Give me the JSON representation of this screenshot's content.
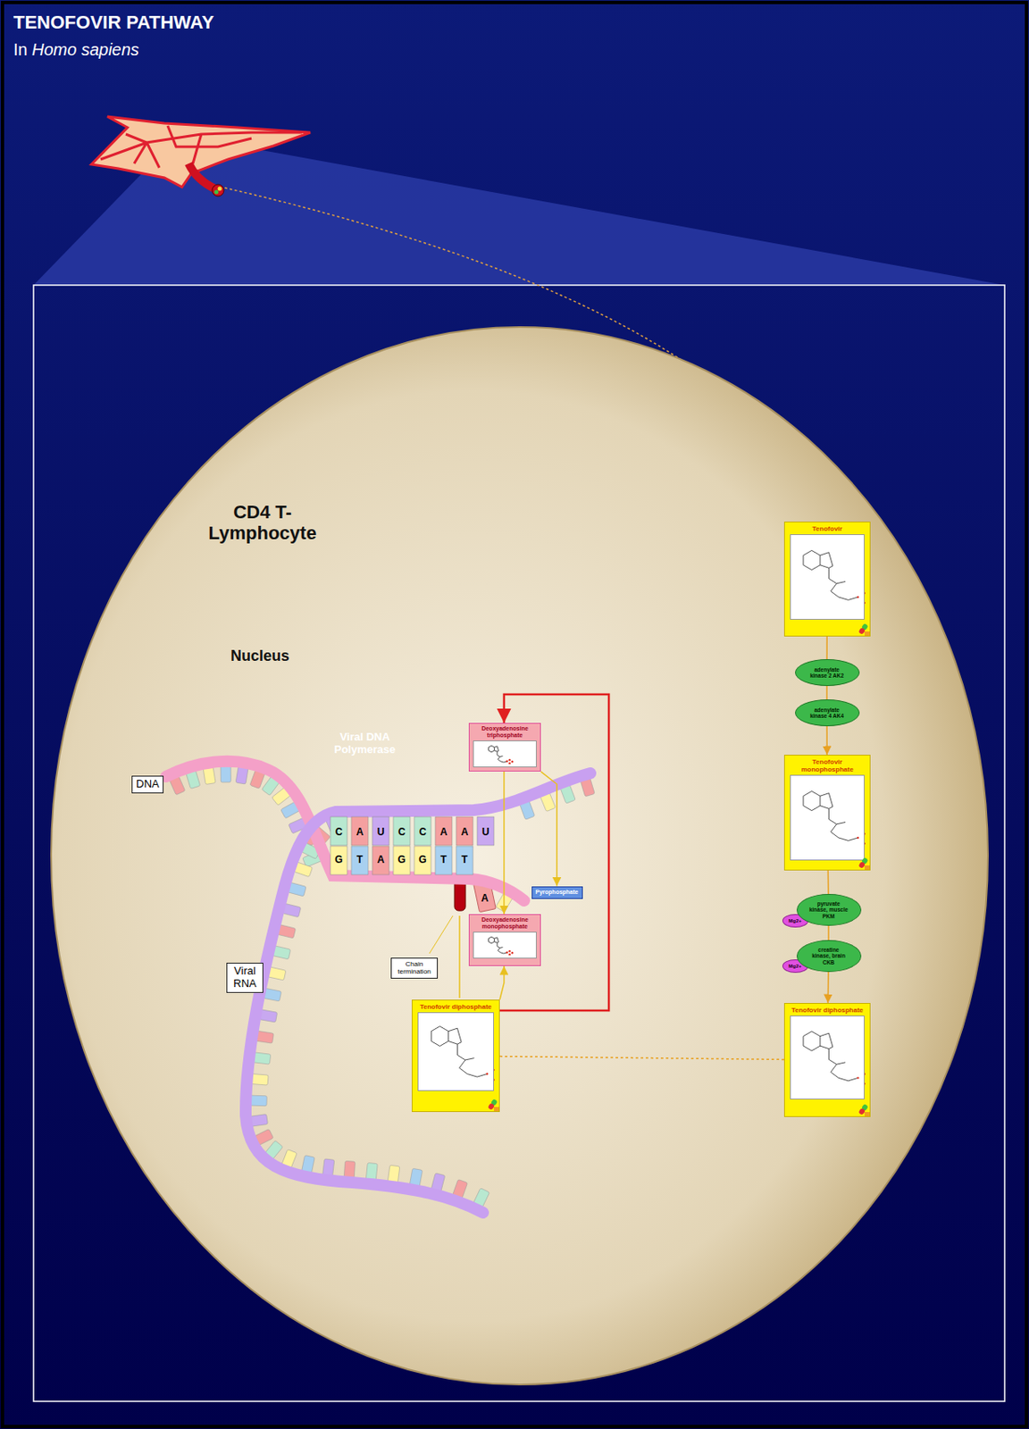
{
  "diagram": {
    "title": "TENOFOVIR PATHWAY",
    "nodes": [
      {
        "text": [
          "CD4 T-Lymphocyte"
        ]
      },
      {
        "text": [
          "Nucleus"
        ],
        "in": 0
      },
      {
        "text": [
          "Viral DNA Polymerase"
        ],
        "in": 1
      },
      {
        "text": [
          "DNA"
        ],
        "in": 1
      },
      {
        "text": [
          "Viral RNA"
        ],
        "in": 1
      },
      {
        "text": [
          "Deoxyadenosine triphosphate"
        ],
        "in": 2
      },
      {
        "text": [
          "Pyrophosphate"
        ],
        "in": 1
      },
      {
        "text": [
          "Deoxyadenosine monophosphate"
        ],
        "in": 2
      },
      {
        "text": [
          "Chain termination"
        ],
        "in": 2
      },
      {
        "text": [
          "Tenofovir diphosphate"
        ],
        "in": 1
      },
      {
        "text": [
          "Tenofovir"
        ],
        "in": 0
      },
      {
        "text": [
          "adenylate kinase 2 AK2"
        ],
        "in": 0
      },
      {
        "text": [
          "adenylate kinase 4 AK4"
        ],
        "in": 0
      },
      {
        "text": [
          "Tenofovir monophosphate"
        ],
        "in": 0
      },
      {
        "text": [
          "Mg2+"
        ],
        "in": 0
      },
      {
        "text": [
          "pyruvate kinase, muscle PKM"
        ],
        "in": 0
      },
      {
        "text": [
          "Mg2+"
        ],
        "in": 0
      },
      {
        "text": [
          "creatine kinase, brain CKB"
        ],
        "in": 0
      },
      {
        "text": [
          "Tenofovir diphosphate"
        ],
        "in": 0
      }
    ],
    "edges": [
      {
        "from": 10,
        "to": 11,
        "arrow": "none"
      },
      {
        "from": 11,
        "to": 12,
        "arrow": "none"
      },
      {
        "from": 12,
        "to": 13,
        "arrow": "to"
      },
      {
        "from": 13,
        "to": 15,
        "arrow": "none"
      },
      {
        "from": 15,
        "to": 17,
        "arrow": "none"
      },
      {
        "from": 17,
        "to": 18,
        "arrow": "to"
      },
      {
        "from": 18,
        "to": 9,
        "arrow": "none"
      },
      {
        "from": 9,
        "to": 7,
        "arrow": "to"
      },
      {
        "from": 9,
        "to": 5,
        "arrow": "to"
      },
      {
        "from": 5,
        "to": 7,
        "arrow": "to"
      },
      {
        "from": 5,
        "to": 6,
        "arrow": "to"
      }
    ],
    "labels": [
      "In",
      "Homo sapiens",
      "C",
      "A",
      "U",
      "C",
      "C",
      "A",
      "A",
      "U",
      "G",
      "T",
      "A",
      "G",
      "G",
      "T",
      "T",
      "A"
    ]
  }
}
